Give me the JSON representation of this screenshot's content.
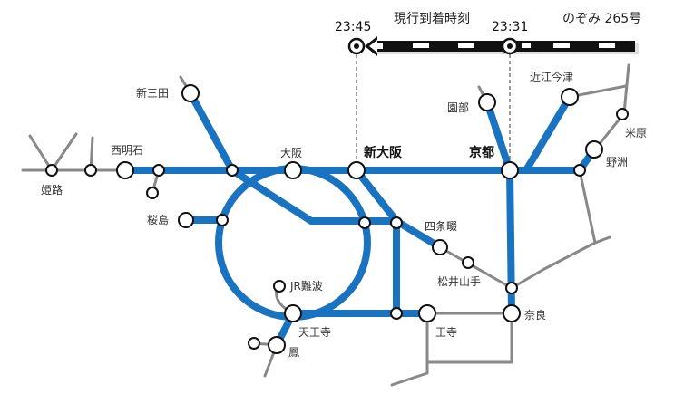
{
  "colors": {
    "main_line": "#1a73c0",
    "sub_line": "#888888",
    "station_fill": "#ffffff",
    "station_stroke": "#111111",
    "train_bar": "#111111"
  },
  "header": {
    "train_name": "のぞみ 265号",
    "current_arrival_label": "現行到着時刻",
    "time_kyoto": "23:31",
    "time_shin_osaka": "23:45"
  },
  "stations": {
    "himeji": "姫路",
    "nishi_akashi": "西明石",
    "shin_sanda": "新三田",
    "osaka": "大阪",
    "shin_osaka": "新大阪",
    "kyoto": "京都",
    "sakurajima": "桜島",
    "shijonawate": "四条畷",
    "matsui_yamate": "松井山手",
    "jr_namba": "JR難波",
    "tennoji": "天王寺",
    "otori": "鳳",
    "oji": "王寺",
    "nara": "奈良",
    "sonobe": "園部",
    "omi_imazu": "近江今津",
    "maibara": "米原",
    "yasu": "野洲"
  }
}
